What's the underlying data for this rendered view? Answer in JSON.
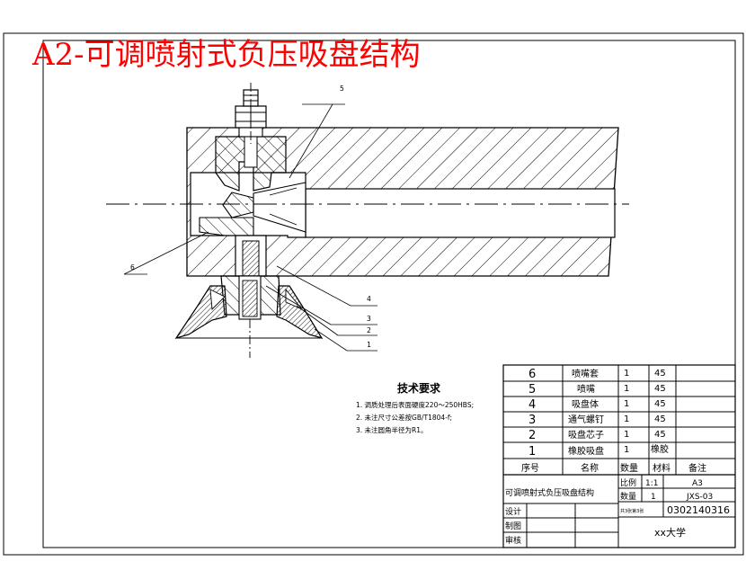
{
  "title": "A2-可调喷射式负压吸盘结构",
  "callouts": [
    "5",
    "6",
    "4",
    "3",
    "2",
    "1"
  ],
  "tech_requirements": {
    "heading": "技术要求",
    "items": [
      "1. 调质处理后表面硬度220～250HBS;",
      "2. 未注尺寸公差按GB/T1804-f;",
      "3. 未注圆角半径为R1。"
    ]
  },
  "bom": {
    "rows": [
      {
        "no": "6",
        "name": "喷嘴套",
        "qty": "1",
        "material": "45",
        "note": ""
      },
      {
        "no": "5",
        "name": "喷嘴",
        "qty": "1",
        "material": "45",
        "note": ""
      },
      {
        "no": "4",
        "name": "吸盘体",
        "qty": "1",
        "material": "45",
        "note": ""
      },
      {
        "no": "3",
        "name": "通气螺钉",
        "qty": "1",
        "material": "45",
        "note": ""
      },
      {
        "no": "2",
        "name": "吸盘芯子",
        "qty": "1",
        "material": "45",
        "note": ""
      },
      {
        "no": "1",
        "name": "橡胶吸盘",
        "qty": "1",
        "material": "橡胶",
        "note": ""
      }
    ],
    "headers": {
      "no": "序号",
      "name": "名称",
      "qty": "数量",
      "material": "材料",
      "note": "备注"
    }
  },
  "title_block": {
    "drawing_name": "可调喷射式负压吸盘结构",
    "scale_label": "比例",
    "scale_value": "1:1",
    "size_value": "A3",
    "qty_label": "数量",
    "qty_value": "1",
    "drawing_no": "JXS-03",
    "sheet_info": "共3张第3张",
    "student_id": "0302140316",
    "design_label": "设计",
    "draw_label": "制图",
    "review_label": "审核",
    "school": "xx大学"
  },
  "colors": {
    "title": "#ff0000",
    "line": "#000000",
    "background": "#ffffff"
  }
}
